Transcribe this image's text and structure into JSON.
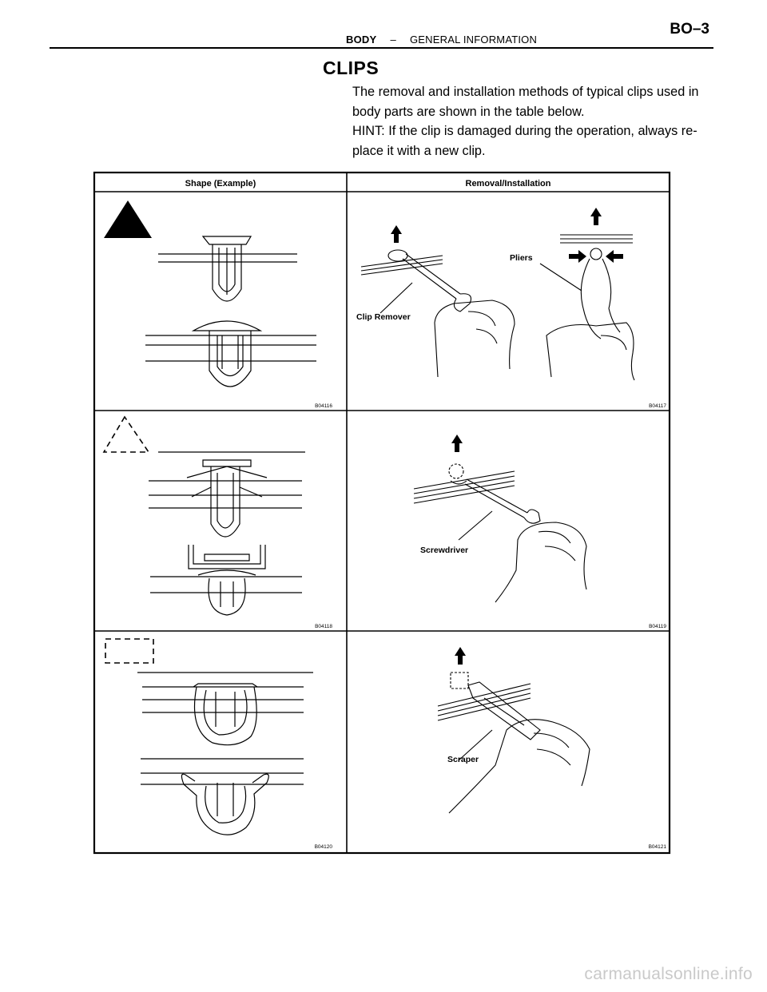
{
  "header": {
    "section": "BODY",
    "separator": "–",
    "subsection": "GENERAL INFORMATION",
    "page_number": "BO–3"
  },
  "title": "CLIPS",
  "intro": [
    "The removal and installation methods of typical clips used in body parts are shown in the table below.",
    "HINT: If the clip is damaged during the operation, always re- place it with a new clip."
  ],
  "table": {
    "columns": [
      "Shape (Example)",
      "Removal/Installation"
    ],
    "rows": [
      {
        "symbol": "solid triangle",
        "shape_code": "B04116",
        "tool_label": "Clip Remover",
        "tool_label_2": "Pliers",
        "method_code": "B04117"
      },
      {
        "symbol": "dashed triangle",
        "shape_code": "B04118",
        "tool_label": "Screwdriver",
        "method_code": "B04119"
      },
      {
        "symbol": "dashed square",
        "shape_code": "B04120",
        "tool_label": "Scraper",
        "method_code": "B04121"
      }
    ]
  },
  "watermark": "carmanualsonline.info"
}
